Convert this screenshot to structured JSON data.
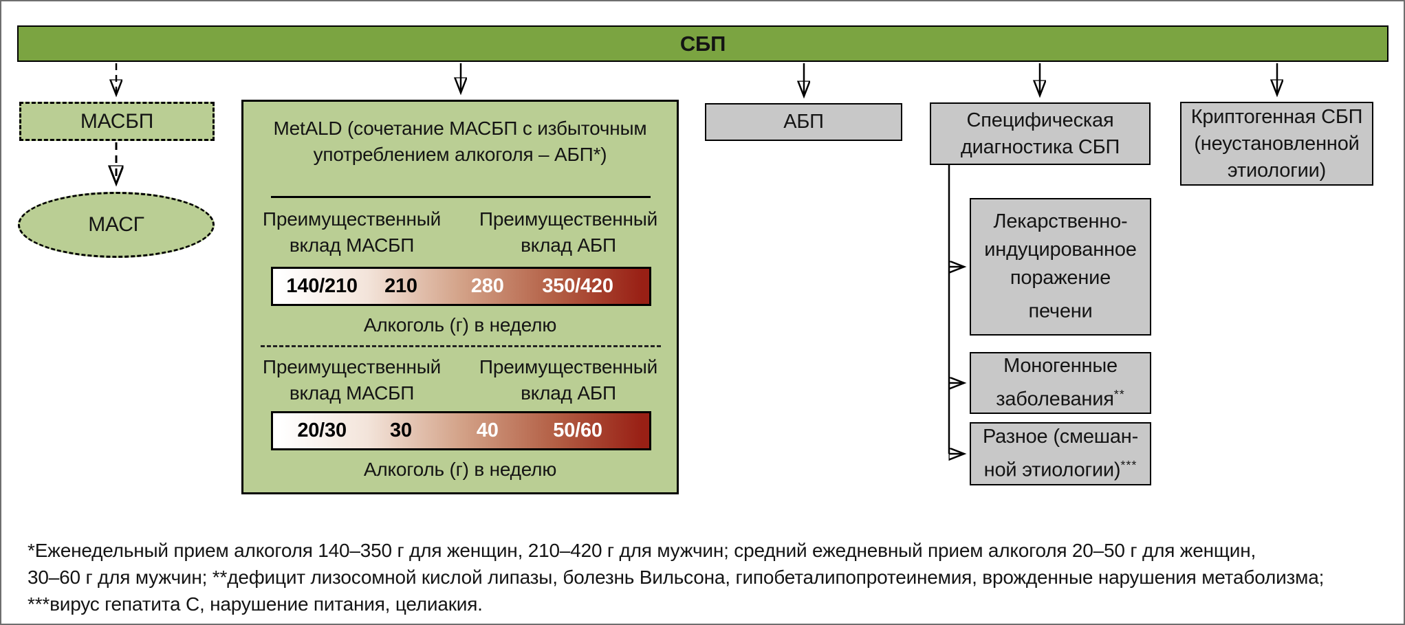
{
  "colors": {
    "green-dark": "#7ba441",
    "green-light": "#bace94",
    "gray-box": "#c8c8c8",
    "gradient-start": "#ffffff",
    "gradient-end": "#992015"
  },
  "top_bar": {
    "label": "СБП"
  },
  "left": {
    "masbp": "МАСБП",
    "masg": "МАСГ"
  },
  "metald": {
    "title": "MetALD (сочетание МАСБП с избыточным\nупотреблением алкоголя – АБП*)",
    "sections": [
      {
        "left_header": "Преимущественный\nвклад МАСБП",
        "right_header": "Преимущественный\nвклад АБП",
        "values": [
          "140/210",
          "210",
          "280",
          "350/420"
        ],
        "caption": "Алкоголь (г) в неделю"
      },
      {
        "left_header": "Преимущественный\nвклад МАСБП",
        "right_header": "Преимущественный\nвклад АБП",
        "values": [
          "20/30",
          "30",
          "40",
          "50/60"
        ],
        "caption": "Алкоголь (г) в неделю"
      }
    ]
  },
  "branches": {
    "abp": "АБП",
    "specific": "Специфическая\nдиагностика СБП",
    "cryptogenic": "Криптогенная СБП\n(неустановленной\nэтиологии)"
  },
  "children": [
    {
      "text": "Лекарственно-\nиндуцированное\nпоражение\nпечени",
      "sup": ""
    },
    {
      "text": "Моногенные\nзаболевания",
      "sup": "**"
    },
    {
      "text": "Разное (смешан-\nной этиологии)",
      "sup": "***"
    }
  ],
  "footnote": {
    "text": "*Еженедельный прием алкоголя 140–350 г для женщин, 210–420 г для мужчин; средний ежедневный прием алкоголя 20–50 г для женщин,\n30–60 г для мужчин; **дефицит лизосомной кислой липазы, болезнь Вильсона, гипобеталипопротеинемия, врожденные нарушения метаболизма;\n***вирус гепатита С, нарушение питания, целиакия."
  }
}
